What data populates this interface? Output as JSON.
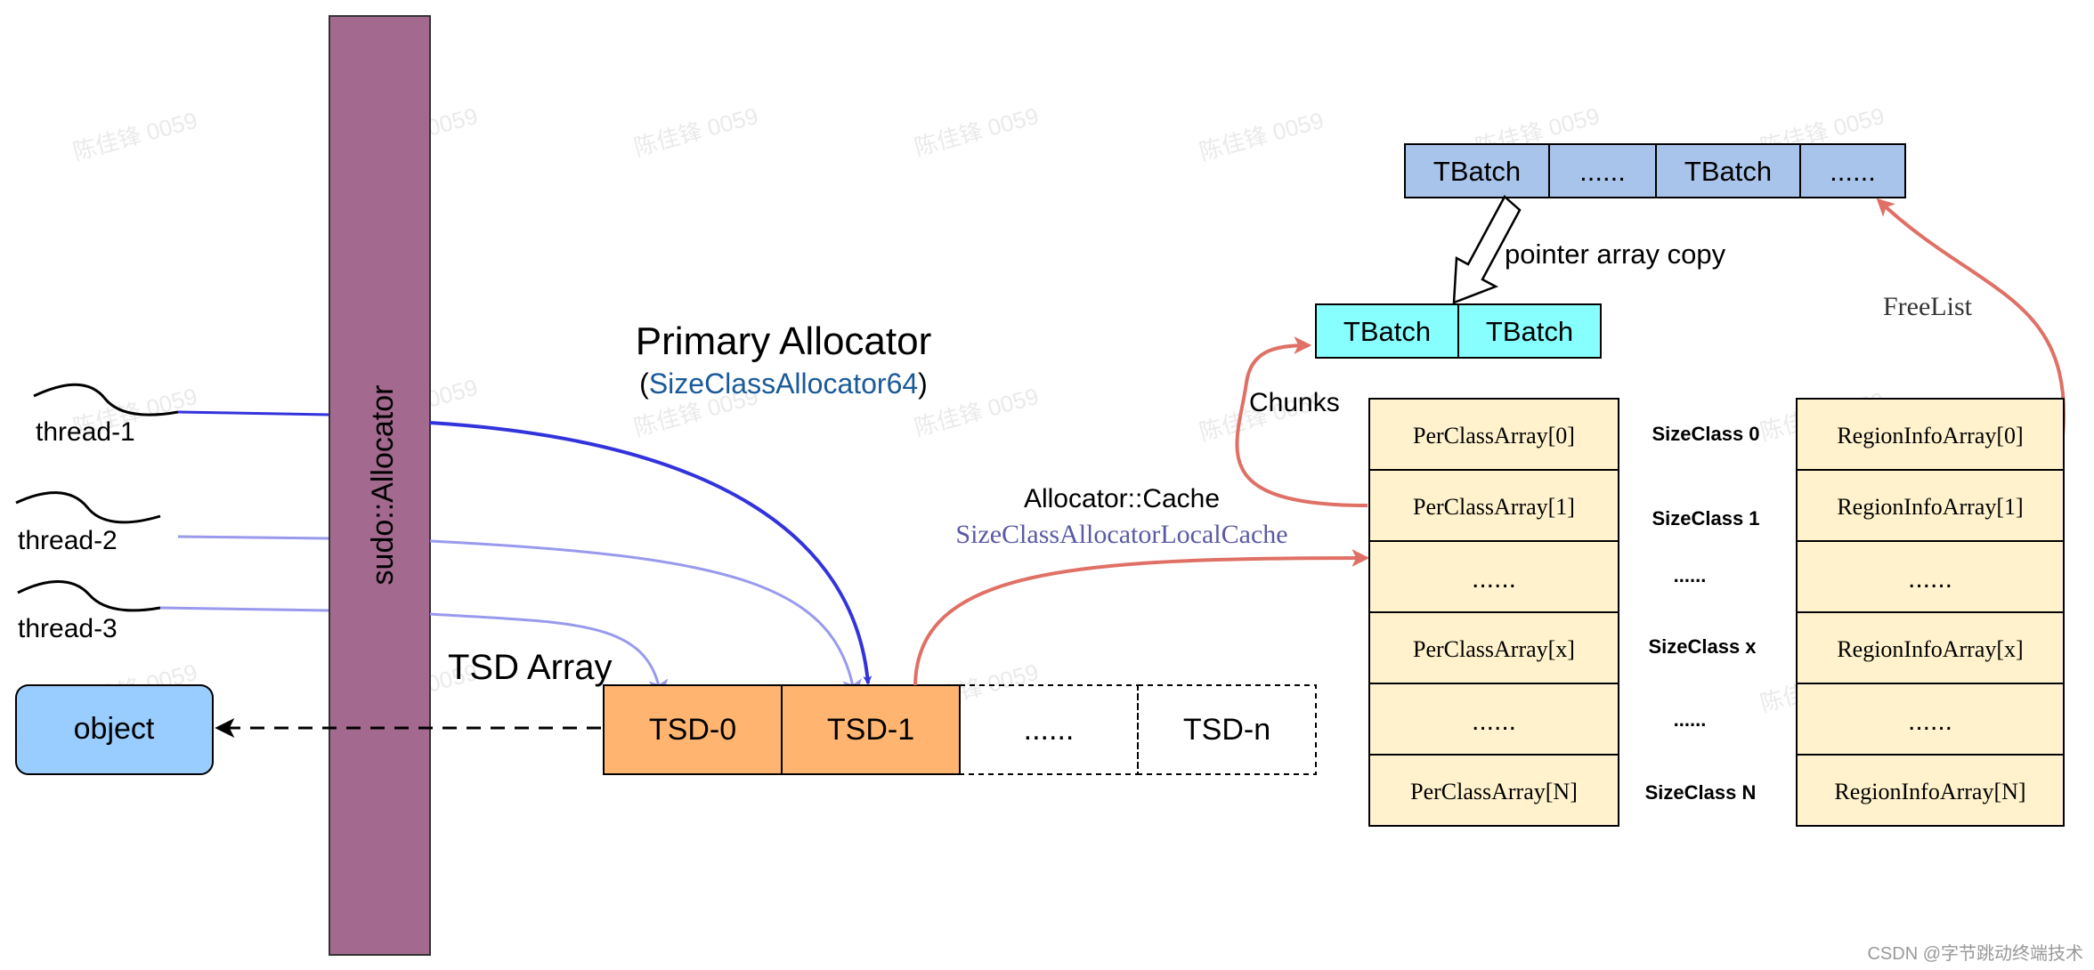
{
  "allocator_bar": {
    "label": "sudo::Allocator"
  },
  "threads": [
    {
      "label": "thread-1"
    },
    {
      "label": "thread-2"
    },
    {
      "label": "thread-3"
    }
  ],
  "object_box": {
    "label": "object"
  },
  "primary_allocator": {
    "title": "Primary Allocator",
    "subtitle_open": "(",
    "subtitle": "SizeClassAllocator64",
    "subtitle_close": ")"
  },
  "tsd_array": {
    "label": "TSD Array",
    "cells": [
      "TSD-0",
      "TSD-1",
      "......",
      "TSD-n"
    ]
  },
  "cache": {
    "title": "Allocator::Cache",
    "subtitle": "SizeClassAllocatorLocalCache"
  },
  "top_tbatches": [
    "TBatch",
    "......",
    "TBatch",
    "......"
  ],
  "copy_tbatches": [
    "TBatch",
    "TBatch"
  ],
  "pointer_copy_label": "pointer array copy",
  "freelist_label": "FreeList",
  "chunks_label": "Chunks",
  "per_class_array": [
    "PerClassArray[0]",
    "PerClassArray[1]",
    "......",
    "PerClassArray[x]",
    "......",
    "PerClassArray[N]"
  ],
  "size_classes": [
    "SizeClass 0",
    "SizeClass 1",
    "......",
    "SizeClass x",
    "......",
    "SizeClass N"
  ],
  "region_info_array": [
    "RegionInfoArray[0]",
    "RegionInfoArray[1]",
    "......",
    "RegionInfoArray[x]",
    "......",
    "RegionInfoArray[N]"
  ],
  "watermark": "陈佳锋 0059",
  "footer_credit": "CSDN @字节跳动终端技术",
  "colors": {
    "allocator_bar": "#A3698E",
    "tsd_fill": "#FFB570",
    "array_fill": "#FFF2CC",
    "top_tbatch_fill": "#A9C4EB",
    "copy_tbatch_fill": "#88FFFF",
    "object_fill": "#99CCFF",
    "dark_blue_line": "#3333DD",
    "light_blue_line": "#9999EE",
    "red_arrow": "#E07066",
    "subtitle_blue": "#1A5A9A",
    "cache_subtitle": "#5A5AA5"
  }
}
